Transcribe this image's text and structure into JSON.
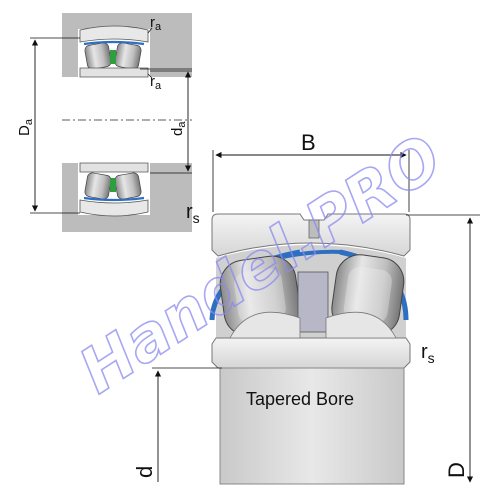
{
  "labels": {
    "ra_top": "r",
    "ra_top_sub": "a",
    "ra_bottom": "r",
    "ra_bottom_sub": "a",
    "Da": "D",
    "Da_sub": "a",
    "da": "d",
    "da_sub": "a",
    "B": "B",
    "rs_left": "r",
    "rs_left_sub": "s",
    "rs_right": "r",
    "rs_right_sub": "s",
    "d": "d",
    "D": "D",
    "bore_type": "Tapered Bore"
  },
  "watermark": "Handel.PRO",
  "colors": {
    "housing": "#b9b9b9",
    "ring": "#e4e4e4",
    "cage": "#2d6fc0",
    "roller": "#c8c8c8",
    "seal_green": "#2e9e3e",
    "watermark": "#8a8af0",
    "line": "#111111"
  }
}
